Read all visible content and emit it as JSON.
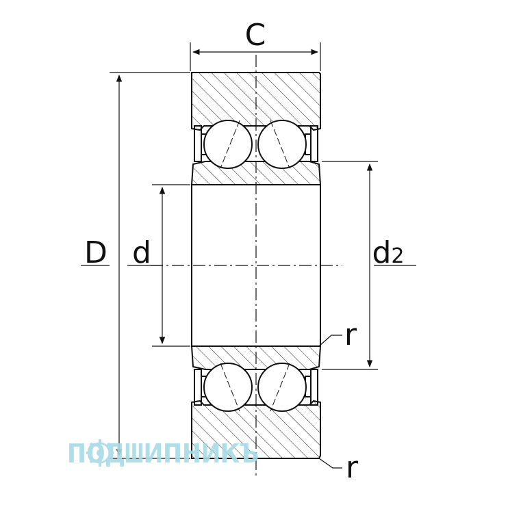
{
  "drawing": {
    "labels": {
      "width": "C",
      "outer_diameter": "D",
      "bore_diameter": "d",
      "inner_ring_diameter": "d",
      "inner_ring_subscript": "2",
      "radius_top": "r",
      "radius_bottom": "r"
    },
    "watermark": {
      "text": "ПОДШИПНИКЪ",
      "color": "#a8dbe6"
    },
    "colors": {
      "line": "#111111",
      "hatch": "#222222"
    }
  }
}
